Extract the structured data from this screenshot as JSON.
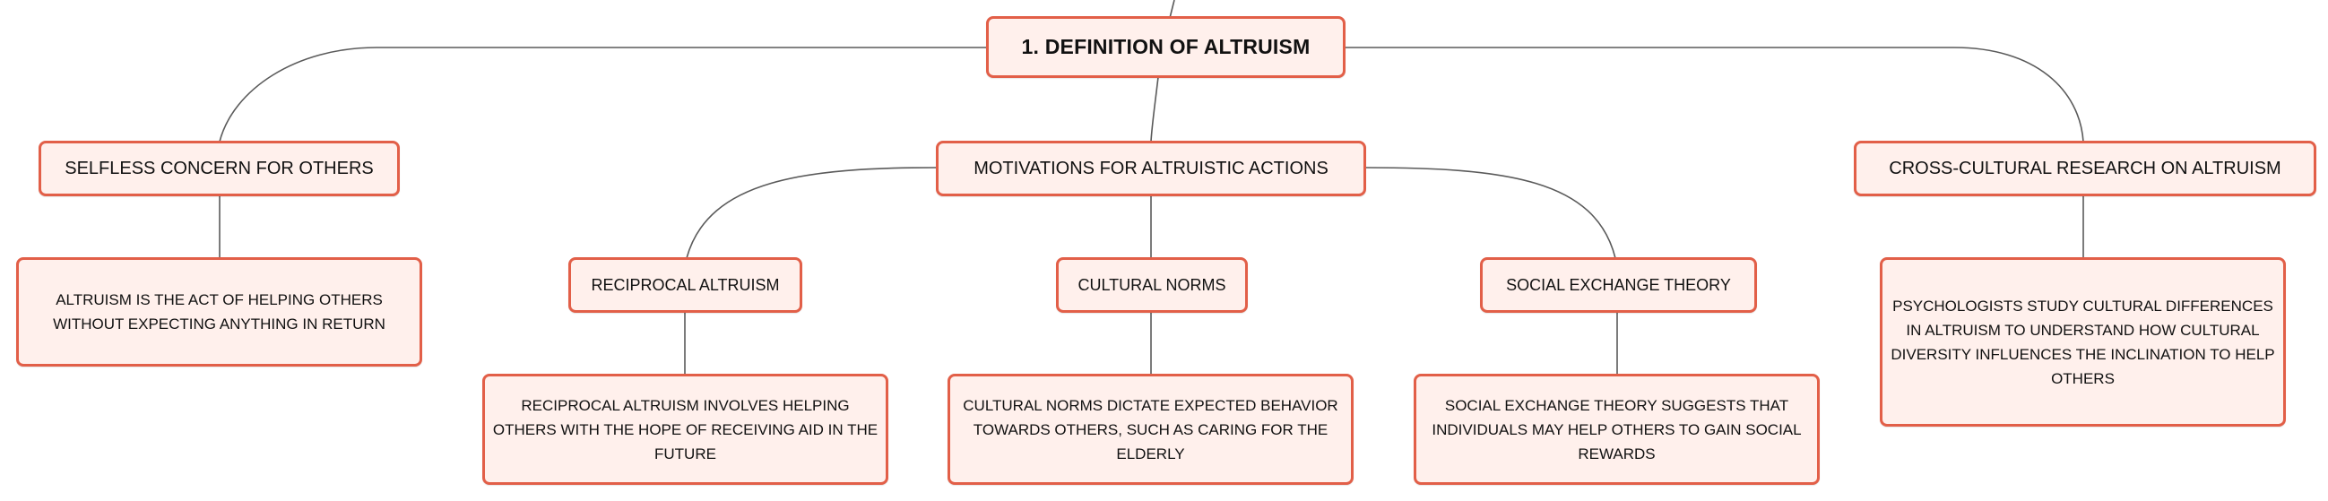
{
  "root": {
    "label": "1. DEFINITION OF ALTRUISM"
  },
  "branches": [
    {
      "label": "SELFLESS CONCERN FOR OTHERS"
    },
    {
      "label": "MOTIVATIONS FOR ALTRUISTIC ACTIONS"
    },
    {
      "label": "CROSS-CULTURAL RESEARCH ON ALTRUISM"
    }
  ],
  "sub_branches": [
    {
      "label": "RECIPROCAL ALTRUISM"
    },
    {
      "label": "CULTURAL NORMS"
    },
    {
      "label": "SOCIAL EXCHANGE THEORY"
    }
  ],
  "leaves": [
    {
      "label": "ALTRUISM IS THE ACT OF HELPING OTHERS WITHOUT EXPECTING ANYTHING IN RETURN"
    },
    {
      "label": "RECIPROCAL ALTRUISM INVOLVES HELPING OTHERS WITH THE HOPE OF RECEIVING AID IN THE FUTURE"
    },
    {
      "label": "CULTURAL NORMS DICTATE EXPECTED BEHAVIOR TOWARDS OTHERS, SUCH AS CARING FOR THE ELDERLY"
    },
    {
      "label": "SOCIAL EXCHANGE THEORY SUGGESTS THAT INDIVIDUALS MAY HELP OTHERS TO GAIN SOCIAL REWARDS"
    },
    {
      "label": "PSYCHOLOGISTS STUDY CULTURAL DIFFERENCES IN ALTRUISM TO UNDERSTAND HOW CULTURAL DIVERSITY INFLUENCES THE INCLINATION TO HELP OTHERS"
    }
  ],
  "colors": {
    "node_border": "#e25f48",
    "node_fill": "#fff0ec",
    "connector": "#5a5a5a",
    "text": "#111111"
  }
}
